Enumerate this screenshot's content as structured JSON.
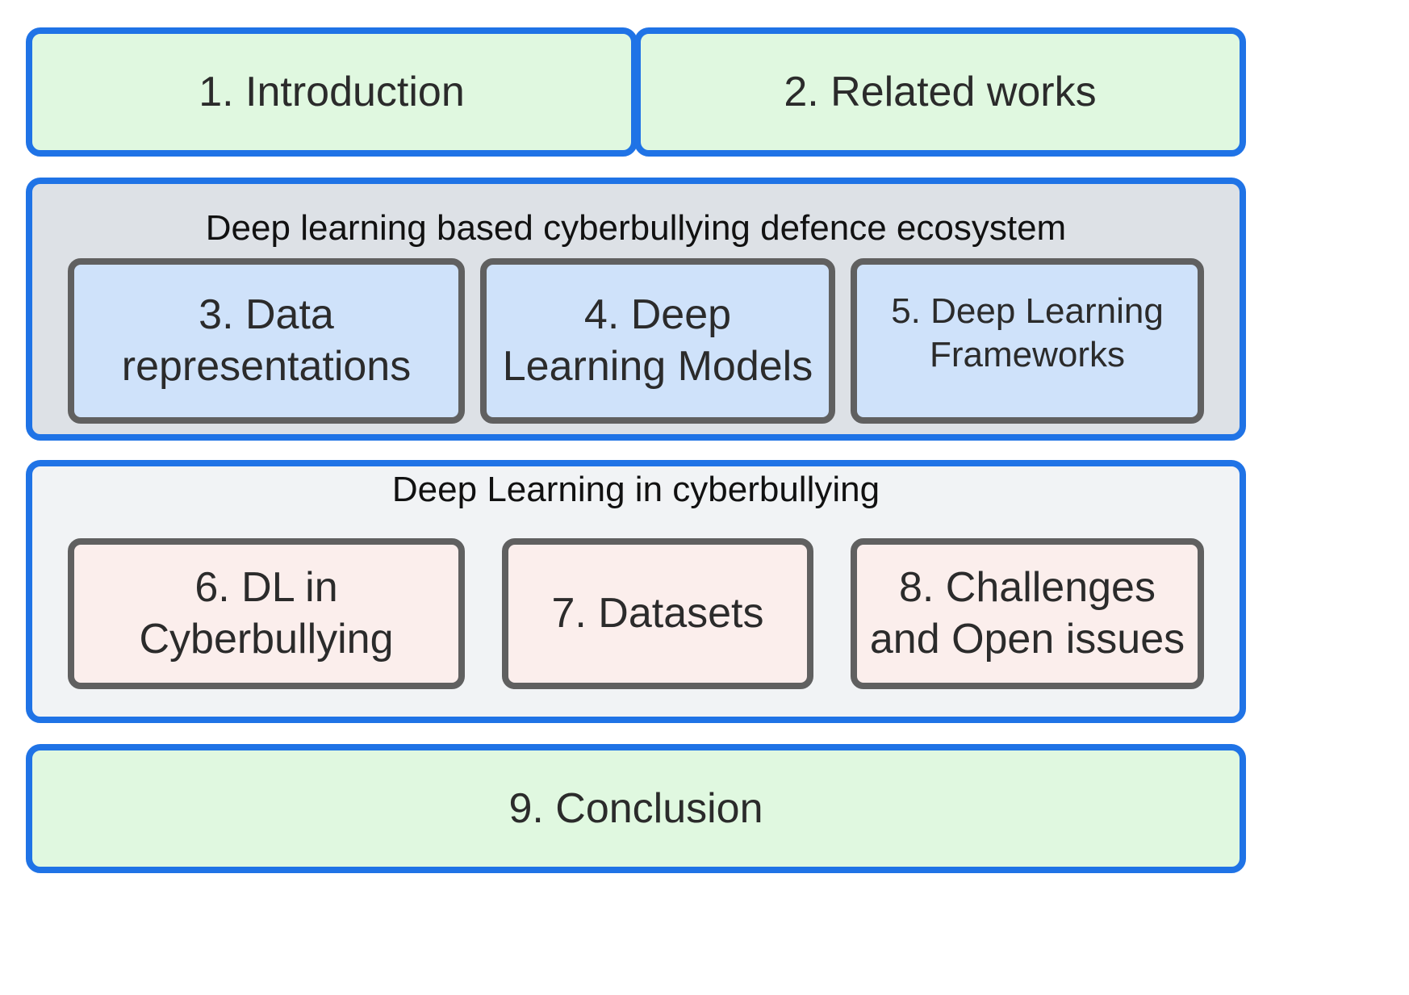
{
  "top_row": {
    "introduction": "1. Introduction",
    "related_works": "2. Related works"
  },
  "ecosystem_group": {
    "title": "Deep learning based cyberbullying defence ecosystem",
    "items": [
      {
        "line1": "3. Data",
        "line2": "representations"
      },
      {
        "line1": "4. Deep",
        "line2": "Learning Models"
      },
      {
        "line1": "5. Deep Learning",
        "line2": "Frameworks"
      }
    ]
  },
  "dl_group": {
    "title": "Deep Learning in cyberbullying",
    "items": [
      {
        "line1": "6. DL in",
        "line2": "Cyberbullying"
      },
      {
        "line1": "7. Datasets",
        "line2": ""
      },
      {
        "line1": "8. Challenges",
        "line2": "and Open issues"
      }
    ]
  },
  "bottom_row": {
    "conclusion": "9. Conclusion"
  },
  "colors": {
    "outer_border": "#1f73e6",
    "inner_border": "#606060",
    "section_fill": "#e0f8e0",
    "ecosystem_fill": "#dde1e6",
    "ecosystem_item_fill": "#cfe2fa",
    "dl_fill": "#f1f3f5",
    "dl_item_fill": "#fbeeec"
  }
}
